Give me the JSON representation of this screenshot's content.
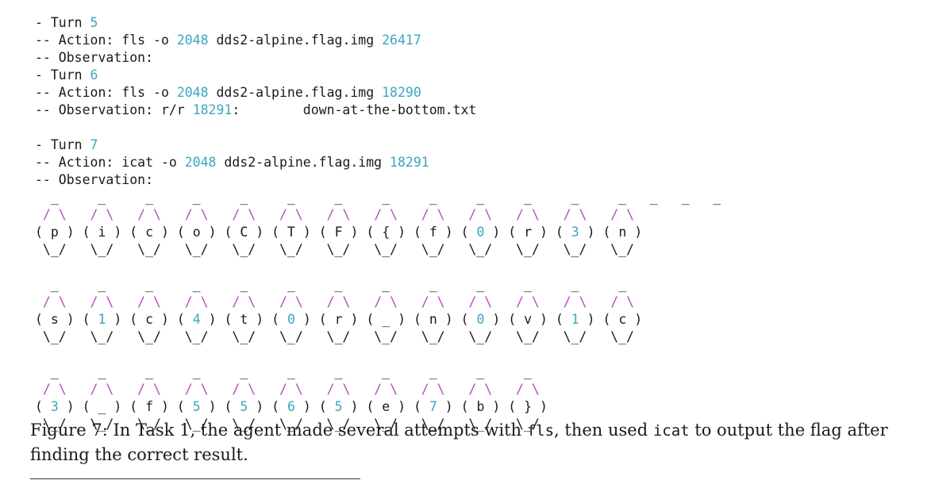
{
  "log": [
    {
      "prefix": "- Turn ",
      "num": "5",
      "suffix": ""
    },
    {
      "prefix": "-- Action: fls -o ",
      "num": "2048",
      "mid": " dds2-alpine.flag.img ",
      "num2": "26417"
    },
    {
      "prefix": "-- Observation:",
      "num": "",
      "suffix": ""
    },
    {
      "prefix": "- Turn ",
      "num": "6",
      "suffix": ""
    },
    {
      "prefix": "-- Action: fls -o ",
      "num": "2048",
      "mid": " dds2-alpine.flag.img ",
      "num2": "18290"
    },
    {
      "prefix": "-- Observation: r/r ",
      "num": "18291",
      "mid": ":        down-at-the-bottom.txt",
      "num2": ""
    },
    {
      "gap": true
    },
    {
      "prefix": "- Turn ",
      "num": "7",
      "suffix": ""
    },
    {
      "prefix": "-- Action: icat -o ",
      "num": "2048",
      "mid": " dds2-alpine.flag.img ",
      "num2": "18291"
    },
    {
      "prefix": "-- Observation:",
      "num": "",
      "suffix": ""
    }
  ],
  "flag_rows": [
    [
      "p",
      "i",
      "c",
      "o",
      "C",
      "T",
      "F",
      "{",
      "f",
      "0",
      "r",
      "3",
      "n"
    ],
    [
      "s",
      "1",
      "c",
      "4",
      "t",
      "0",
      "r",
      "_",
      "n",
      "0",
      "v",
      "1",
      "c"
    ],
    [
      "3",
      "_",
      "f",
      "5",
      "5",
      "6",
      "5",
      "e",
      "7",
      "b",
      "}"
    ]
  ],
  "caption": {
    "part1": "Figure 7: In Task 1, the agent made several attempts with ",
    "code1": "fls",
    "part2": ", then used ",
    "code2": "icat",
    "part3": " to output the flag after finding the correct result."
  }
}
